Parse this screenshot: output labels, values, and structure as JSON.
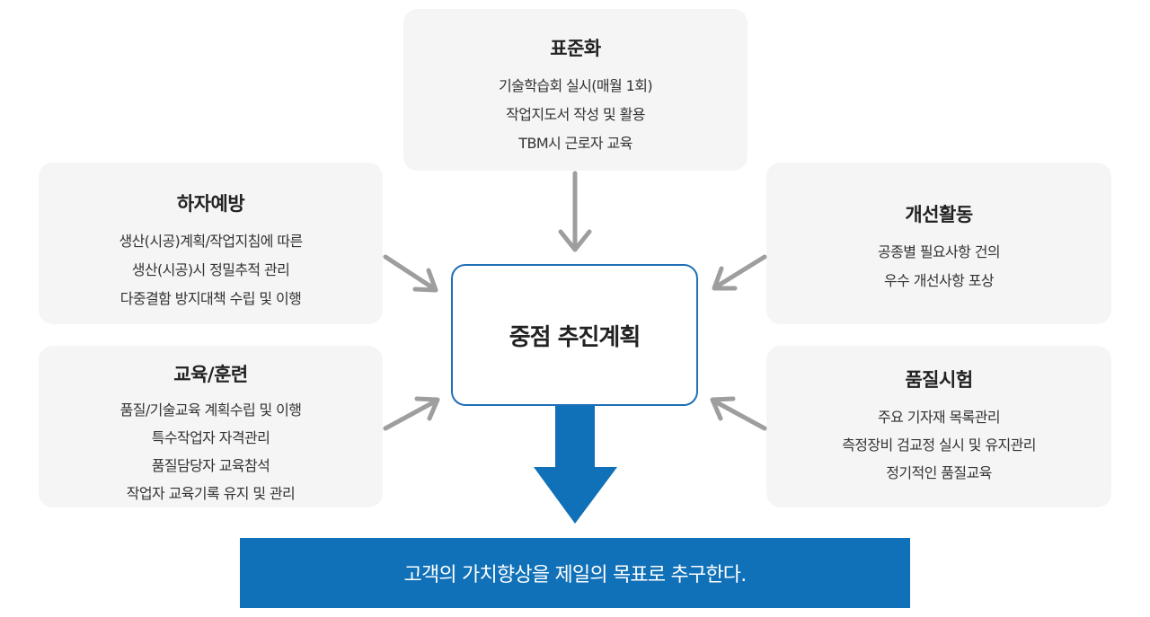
{
  "boxes": {
    "top": {
      "title": "표준화",
      "lines": [
        "기술학습회 실시(매월 1회)",
        "작업지도서 작성 및 활용",
        "TBM시 근로자 교육"
      ]
    },
    "left_top": {
      "title": "하자예방",
      "lines": [
        "생산(시공)계획/작업지침에 따른",
        "생산(시공)시 정밀추적 관리",
        "다중결함 방지대책 수립 및 이행"
      ]
    },
    "left_bottom": {
      "title": "교육/훈련",
      "lines": [
        "품질/기술교육 계획수립 및 이행",
        "특수작업자 자격관리",
        "품질담당자 교육참석",
        "작업자 교육기록 유지 및 관리"
      ]
    },
    "right_top": {
      "title": "개선활동",
      "lines": [
        "공종별 필요사항 건의",
        "우수 개선사항 포상"
      ]
    },
    "right_bottom": {
      "title": "품질시험",
      "lines": [
        "주요 기자재 목록관리",
        "측정장비 검교정 실시 및 유지관리",
        "정기적인 품질교육"
      ]
    }
  },
  "center": {
    "label": "중점 추진계획"
  },
  "goal": {
    "text": "고객의 가치향상을 제일의 목표로 추구한다."
  },
  "colors": {
    "accent": "#1070b8",
    "border": "#1f6fb8",
    "box_bg": "#f5f5f5",
    "arrow_gray": "#9e9e9e"
  }
}
